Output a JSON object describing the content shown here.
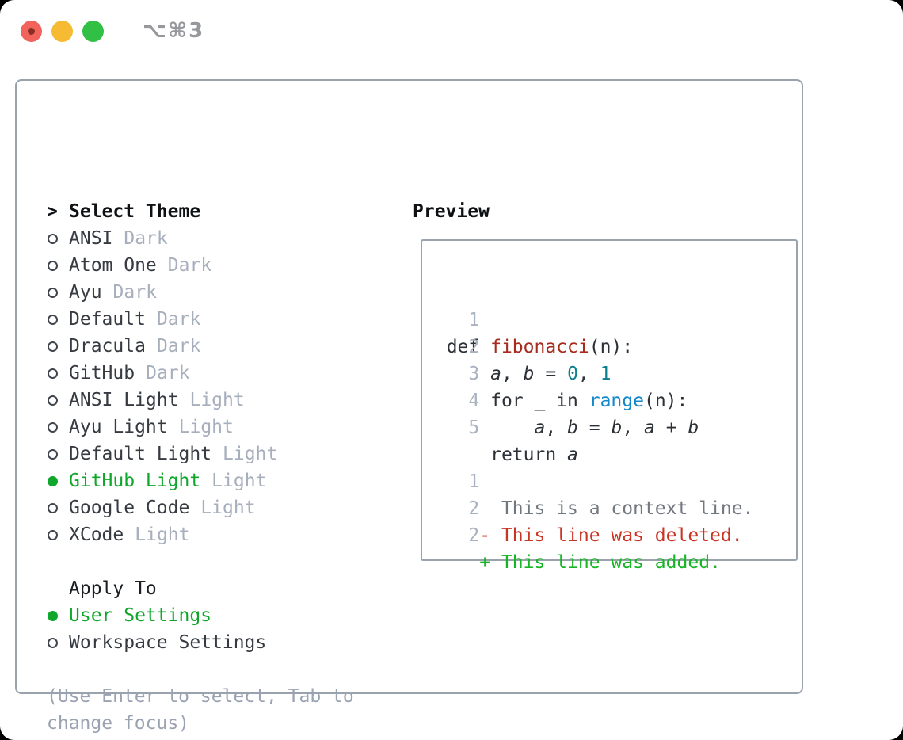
{
  "window": {
    "title": "⌥⌘3",
    "traffic_lights": [
      {
        "name": "close",
        "color": "#f2635b"
      },
      {
        "name": "minimize",
        "color": "#f7bb33"
      },
      {
        "name": "zoom",
        "color": "#32bf45"
      }
    ]
  },
  "theme_panel": {
    "prompt": ">",
    "title": "Select Theme",
    "items": [
      {
        "name": "ANSI",
        "variant": "Dark",
        "selected": false
      },
      {
        "name": "Atom One",
        "variant": "Dark",
        "selected": false
      },
      {
        "name": "Ayu",
        "variant": "Dark",
        "selected": false
      },
      {
        "name": "Default",
        "variant": "Dark",
        "selected": false
      },
      {
        "name": "Dracula",
        "variant": "Dark",
        "selected": false
      },
      {
        "name": "GitHub",
        "variant": "Dark",
        "selected": false
      },
      {
        "name": "ANSI Light",
        "variant": "Light",
        "selected": false
      },
      {
        "name": "Ayu Light",
        "variant": "Light",
        "selected": false
      },
      {
        "name": "Default Light",
        "variant": "Light",
        "selected": false
      },
      {
        "name": "GitHub Light",
        "variant": "Light",
        "selected": true
      },
      {
        "name": "Google Code",
        "variant": "Light",
        "selected": false
      },
      {
        "name": "XCode",
        "variant": "Light",
        "selected": false
      }
    ],
    "apply_to": {
      "title": "Apply To",
      "options": [
        {
          "name": "User Settings",
          "selected": true
        },
        {
          "name": "Workspace Settings",
          "selected": false
        }
      ]
    },
    "hint_lines": [
      "(Use Enter to select, Tab to",
      "change focus)"
    ]
  },
  "preview": {
    "title": "Preview",
    "code_lines": [
      {
        "num": "1",
        "tokens": [
          {
            "text": "def ",
            "style": "plain"
          },
          {
            "text": "fibonacci",
            "style": "func"
          },
          {
            "text": "(n):",
            "style": "plain"
          }
        ]
      },
      {
        "num": "2",
        "tokens": [
          {
            "text": "    ",
            "style": "plain"
          },
          {
            "text": "a",
            "style": "var"
          },
          {
            "text": ", ",
            "style": "plain"
          },
          {
            "text": "b",
            "style": "var"
          },
          {
            "text": " = ",
            "style": "plain"
          },
          {
            "text": "0",
            "style": "num"
          },
          {
            "text": ", ",
            "style": "plain"
          },
          {
            "text": "1",
            "style": "num"
          }
        ]
      },
      {
        "num": "3",
        "tokens": [
          {
            "text": "    for _ in ",
            "style": "plain"
          },
          {
            "text": "range",
            "style": "builtin"
          },
          {
            "text": "(n):",
            "style": "plain"
          }
        ]
      },
      {
        "num": "4",
        "tokens": [
          {
            "text": "        ",
            "style": "plain"
          },
          {
            "text": "a",
            "style": "var"
          },
          {
            "text": ", ",
            "style": "plain"
          },
          {
            "text": "b",
            "style": "var"
          },
          {
            "text": " = ",
            "style": "plain"
          },
          {
            "text": "b",
            "style": "var"
          },
          {
            "text": ", ",
            "style": "plain"
          },
          {
            "text": "a",
            "style": "var"
          },
          {
            "text": " + ",
            "style": "plain"
          },
          {
            "text": "b",
            "style": "var"
          }
        ]
      },
      {
        "num": "5",
        "tokens": [
          {
            "text": "    return ",
            "style": "plain"
          },
          {
            "text": "a",
            "style": "var"
          }
        ]
      },
      {
        "num": "",
        "tokens": []
      },
      {
        "num": "1",
        "tokens": [
          {
            "text": "     This is a context line.",
            "style": "context"
          }
        ]
      },
      {
        "num": "2",
        "tokens": [
          {
            "text": "   - This line was deleted.",
            "style": "deleted"
          }
        ]
      },
      {
        "num": "2",
        "tokens": [
          {
            "text": "   + This line was added.",
            "style": "added"
          }
        ]
      }
    ]
  },
  "colors": {
    "accent-green": "#10a62b",
    "added-green": "#16b524",
    "deleted-red": "#c93524",
    "func-red": "#a72b1e",
    "num-teal": "#0c7f8d",
    "builtin-blue": "#1287c9",
    "context-gray": "#72787f",
    "line-number-gray": "#a9b2c1",
    "suffix-gray": "#a7afbd",
    "hint-gray": "#9aa3b2",
    "text-dark": "#363b42",
    "heading-black": "#0f1215",
    "border-gray": "#9aa2ae",
    "traffic-red": "#f2635b",
    "traffic-yellow": "#f7bb33",
    "traffic-green": "#32bf45"
  }
}
